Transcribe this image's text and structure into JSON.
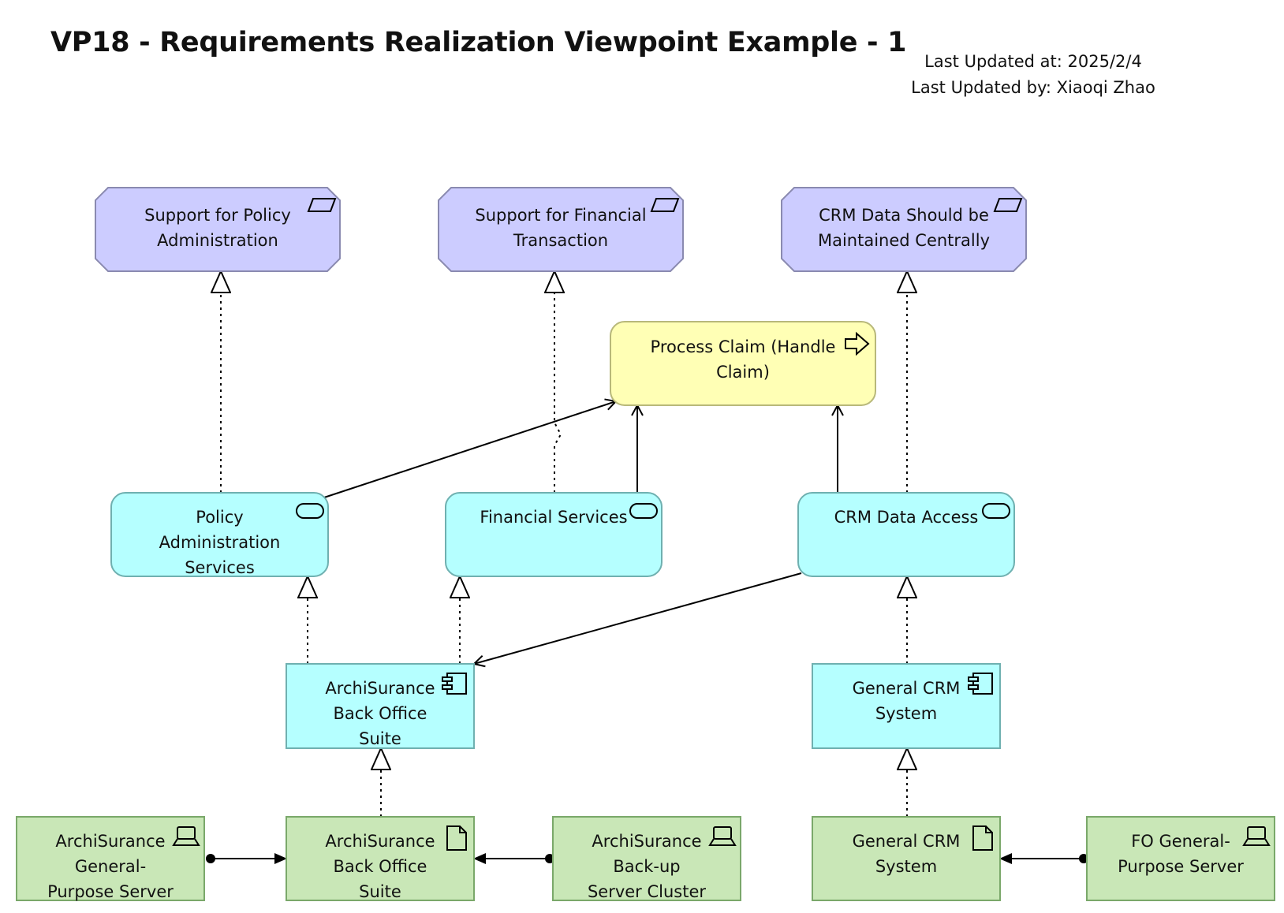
{
  "header": {
    "title": "VP18 - Requirements Realization Viewpoint Example - 1",
    "updated_at": "Last Updated at: 2025/2/4",
    "updated_by": "Last Updated by: Xiaoqi Zhao"
  },
  "colors": {
    "requirement": "#ccccff",
    "process": "#ffffb5",
    "service": "#b5ffff",
    "component": "#b5ffff",
    "technology": "#c9e7b7",
    "stroke_requirement": "#8a8ab0",
    "stroke_process": "#b8b87a",
    "stroke_service": "#6fb0b0",
    "stroke_technology": "#7aa86a"
  },
  "nodes": [
    {
      "id": "req-policy",
      "kind": "requirement",
      "icon": "requirement-icon",
      "lines": [
        "Support for Policy",
        "Administration"
      ]
    },
    {
      "id": "req-financial",
      "kind": "requirement",
      "icon": "requirement-icon",
      "lines": [
        "Support for Financial",
        "Transaction"
      ]
    },
    {
      "id": "req-crm",
      "kind": "requirement",
      "icon": "requirement-icon",
      "lines": [
        "CRM Data Should be",
        "Maintained Centrally"
      ]
    },
    {
      "id": "proc-claim",
      "kind": "process",
      "icon": "process-arrow-icon",
      "lines": [
        "Process Claim (Handle",
        "Claim)"
      ]
    },
    {
      "id": "svc-policy",
      "kind": "service",
      "icon": "service-icon",
      "lines": [
        "Policy",
        "Administration",
        "Services"
      ]
    },
    {
      "id": "svc-financial",
      "kind": "service",
      "icon": "service-icon",
      "lines": [
        "Financial Services"
      ]
    },
    {
      "id": "svc-crm",
      "kind": "service",
      "icon": "service-icon",
      "lines": [
        "CRM Data Access"
      ]
    },
    {
      "id": "comp-backoffice",
      "kind": "component",
      "icon": "component-icon",
      "lines": [
        "ArchiSurance",
        "Back Office",
        "Suite"
      ]
    },
    {
      "id": "comp-crm",
      "kind": "component",
      "icon": "component-icon",
      "lines": [
        "General CRM",
        "System"
      ]
    },
    {
      "id": "dev-general",
      "kind": "technology",
      "icon": "device-icon",
      "lines": [
        "ArchiSurance",
        "General-",
        "Purpose Server"
      ]
    },
    {
      "id": "art-backoffice",
      "kind": "technology",
      "icon": "artifact-icon",
      "lines": [
        "ArchiSurance",
        "Back Office",
        "Suite"
      ]
    },
    {
      "id": "dev-cluster",
      "kind": "technology",
      "icon": "device-icon",
      "lines": [
        "ArchiSurance",
        "Back-up",
        "Server Cluster"
      ]
    },
    {
      "id": "art-crm",
      "kind": "technology",
      "icon": "artifact-icon",
      "lines": [
        "General CRM",
        "System"
      ]
    },
    {
      "id": "dev-fo",
      "kind": "technology",
      "icon": "device-icon",
      "lines": [
        "FO General-",
        "Purpose Server"
      ]
    }
  ],
  "relations": [
    {
      "type": "realization",
      "from": "svc-policy",
      "to": "req-policy"
    },
    {
      "type": "realization",
      "from": "svc-financial",
      "to": "req-financial"
    },
    {
      "type": "realization",
      "from": "svc-crm",
      "to": "req-crm"
    },
    {
      "type": "serving",
      "from": "svc-policy",
      "to": "proc-claim"
    },
    {
      "type": "serving",
      "from": "svc-financial",
      "to": "proc-claim"
    },
    {
      "type": "serving",
      "from": "svc-crm",
      "to": "proc-claim"
    },
    {
      "type": "serving",
      "from": "svc-crm",
      "to": "comp-backoffice"
    },
    {
      "type": "realization",
      "from": "comp-backoffice",
      "to": "svc-policy"
    },
    {
      "type": "realization",
      "from": "comp-backoffice",
      "to": "svc-financial"
    },
    {
      "type": "realization",
      "from": "comp-crm",
      "to": "svc-crm"
    },
    {
      "type": "realization",
      "from": "art-backoffice",
      "to": "comp-backoffice"
    },
    {
      "type": "realization",
      "from": "art-crm",
      "to": "comp-crm"
    },
    {
      "type": "assignment",
      "from": "dev-general",
      "to": "art-backoffice"
    },
    {
      "type": "assignment",
      "from": "dev-cluster",
      "to": "art-backoffice"
    },
    {
      "type": "assignment",
      "from": "dev-fo",
      "to": "art-crm"
    }
  ]
}
